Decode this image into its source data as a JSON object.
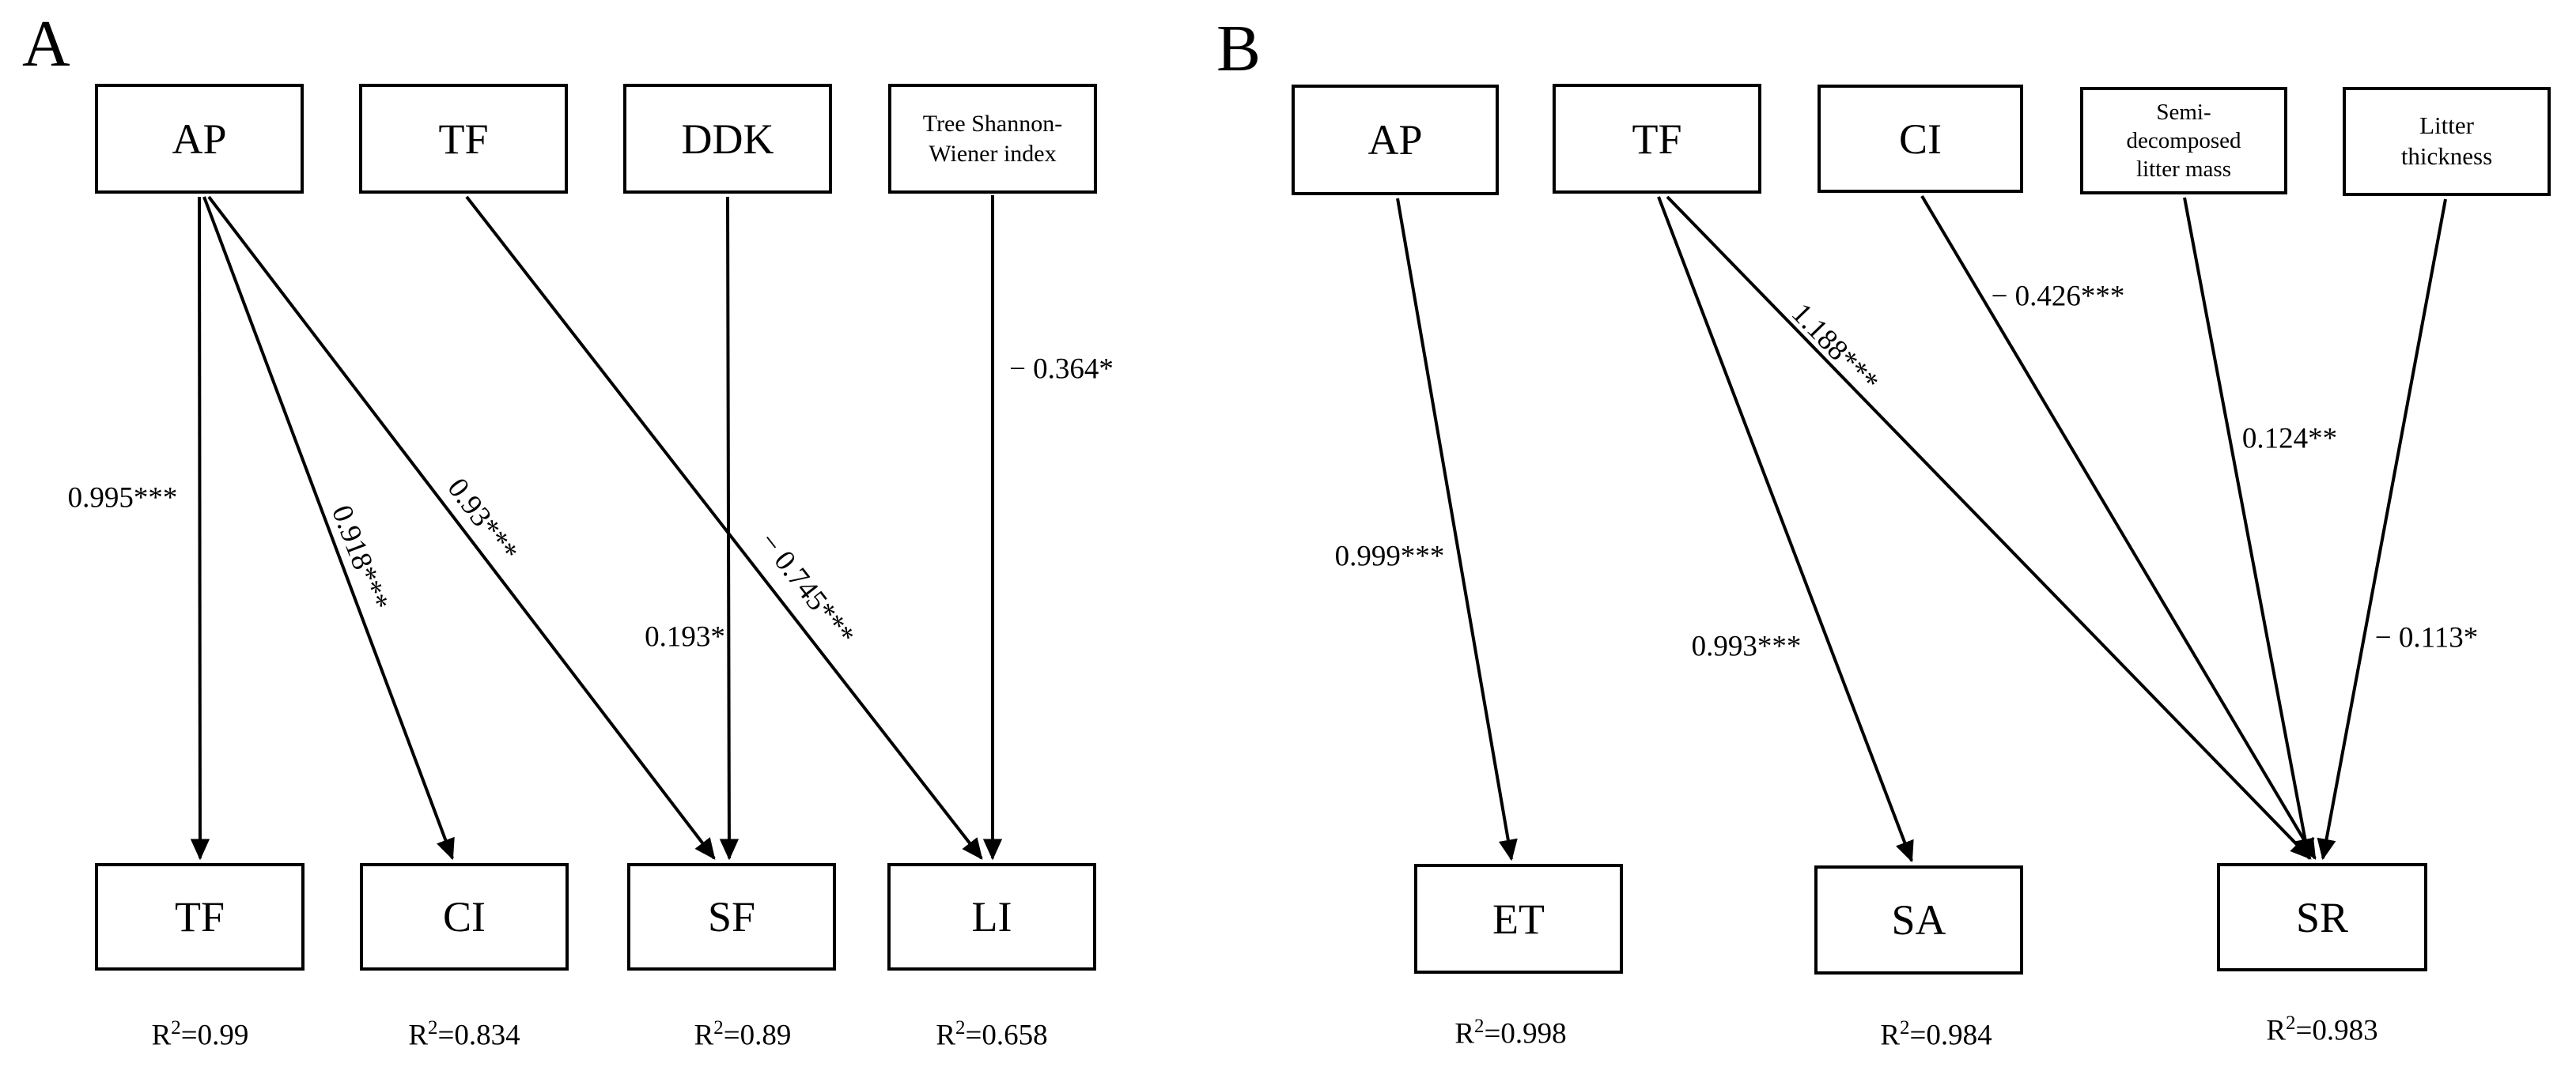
{
  "panels": [
    {
      "label": "A",
      "top_nodes": [
        {
          "id": "AP",
          "label": "AP"
        },
        {
          "id": "TF",
          "label": "TF"
        },
        {
          "id": "DDK",
          "label": "DDK"
        },
        {
          "id": "TSW",
          "lines": [
            "Tree Shannon-",
            "Wiener index"
          ]
        }
      ],
      "bottom_nodes": [
        {
          "id": "TF",
          "label": "TF",
          "r2": {
            "r": "R",
            "sup": "2",
            "val": "=0.99"
          }
        },
        {
          "id": "CI",
          "label": "CI",
          "r2": {
            "r": "R",
            "sup": "2",
            "val": "=0.834"
          }
        },
        {
          "id": "SF",
          "label": "SF",
          "r2": {
            "r": "R",
            "sup": "2",
            "val": "=0.89"
          }
        },
        {
          "id": "LI",
          "label": "LI",
          "r2": {
            "r": "R",
            "sup": "2",
            "val": "=0.658"
          }
        }
      ],
      "edges": [
        {
          "from": "AP",
          "to": "TF",
          "label": "0.995***"
        },
        {
          "from": "AP",
          "to": "CI",
          "label": "0.918***"
        },
        {
          "from": "AP",
          "to": "SF",
          "label": "0.93***"
        },
        {
          "from": "TF",
          "to": "LI",
          "label": "− 0.745***"
        },
        {
          "from": "DDK",
          "to": "SF",
          "label": "0.193*"
        },
        {
          "from": "TSW",
          "to": "LI",
          "label": "− 0.364*"
        }
      ]
    },
    {
      "label": "B",
      "top_nodes": [
        {
          "id": "AP",
          "label": "AP"
        },
        {
          "id": "TF",
          "label": "TF"
        },
        {
          "id": "CI",
          "label": "CI"
        },
        {
          "id": "SDL",
          "lines": [
            "Semi-",
            "decomposed",
            "litter mass"
          ]
        },
        {
          "id": "LT",
          "lines": [
            "Litter",
            "thickness"
          ]
        }
      ],
      "bottom_nodes": [
        {
          "id": "ET",
          "label": "ET",
          "r2": {
            "r": "R",
            "sup": "2",
            "val": "=0.998"
          }
        },
        {
          "id": "SA",
          "label": "SA",
          "r2": {
            "r": "R",
            "sup": "2",
            "val": "=0.984"
          }
        },
        {
          "id": "SR",
          "label": "SR",
          "r2": {
            "r": "R",
            "sup": "2",
            "val": "=0.983"
          }
        }
      ],
      "edges": [
        {
          "from": "AP",
          "to": "SR_ET",
          "label": "0.999***"
        },
        {
          "from": "TF",
          "to": "SA",
          "label": "0.993***"
        },
        {
          "from": "TF",
          "to": "SR",
          "label": "1.188***"
        },
        {
          "from": "CI",
          "to": "SR",
          "label": "− 0.426***"
        },
        {
          "from": "SDL",
          "to": "SR",
          "label": "0.124**"
        },
        {
          "from": "LT",
          "to": "SR",
          "label": "− 0.113*"
        }
      ]
    }
  ]
}
